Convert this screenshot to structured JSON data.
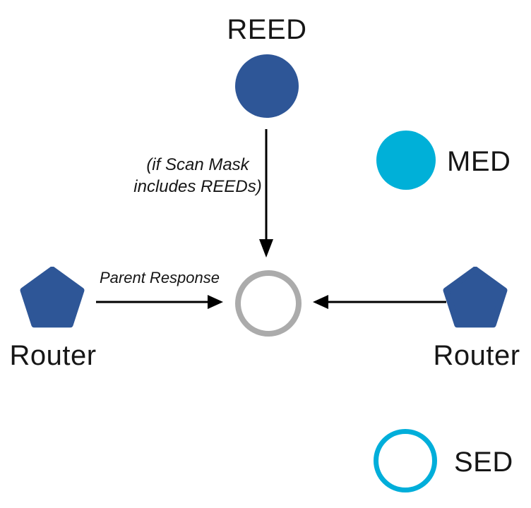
{
  "diagram": {
    "nodes": {
      "reed": {
        "label": "REED",
        "shape": "circle-filled",
        "color": "#2e5697"
      },
      "med": {
        "label": "MED",
        "shape": "circle-filled",
        "color": "#00b0d8"
      },
      "sed": {
        "label": "SED",
        "shape": "circle-outline",
        "color": "#00aeda"
      },
      "router_left": {
        "label": "Router",
        "shape": "pentagon-filled",
        "color": "#2e5697"
      },
      "router_right": {
        "label": "Router",
        "shape": "pentagon-filled",
        "color": "#2e5697"
      },
      "parent": {
        "label": "",
        "shape": "circle-outline",
        "color": "#ababab"
      }
    },
    "annotations": {
      "scan_mask_line1": "(if Scan Mask",
      "scan_mask_line2": "includes REEDs)",
      "parent_response": "Parent Response"
    },
    "arrows": [
      {
        "from": "reed",
        "to": "parent",
        "direction": "down"
      },
      {
        "from": "router_left",
        "to": "parent",
        "direction": "right",
        "label": "Parent Response"
      },
      {
        "from": "router_right",
        "to": "parent",
        "direction": "left"
      }
    ],
    "colors": {
      "router_blue": "#2e5697",
      "device_cyan": "#00b0d8",
      "parent_gray": "#ababab",
      "arrow_black": "#000000",
      "text_black": "#161616"
    }
  }
}
